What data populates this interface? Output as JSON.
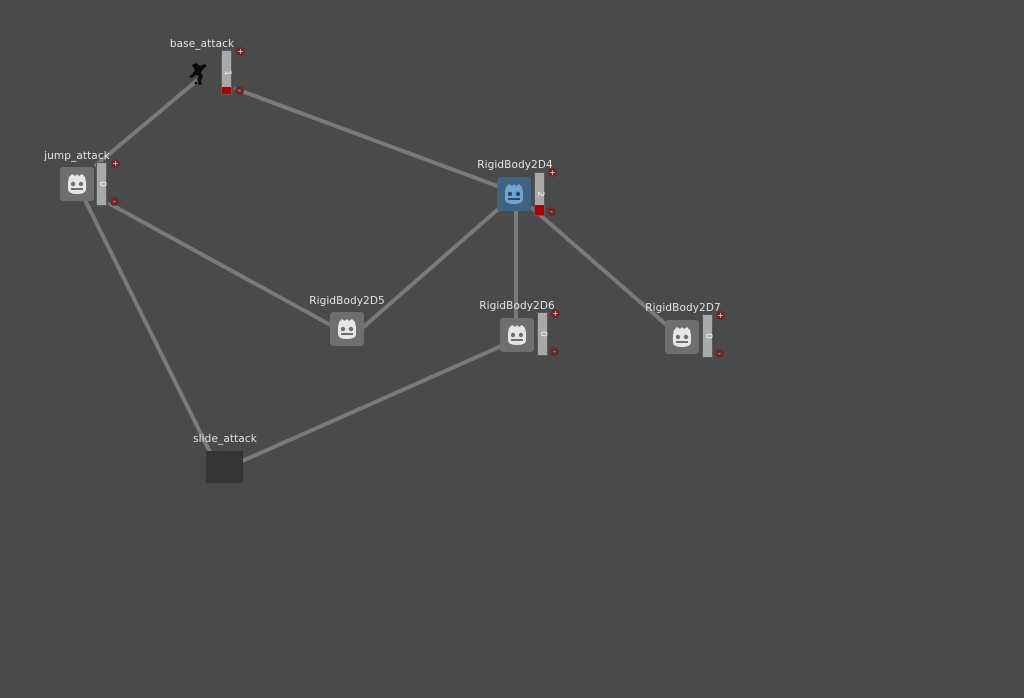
{
  "graph": {
    "background_color": "#4a4a4a",
    "edge_color": "#7a7a7a",
    "selected_color": "#3e6383",
    "counter_fill_color": "#b00000",
    "nodes": [
      {
        "id": "base_attack",
        "label": "base_attack",
        "icon": "silhouette-sprite-icon",
        "counter": "1",
        "counter_fill": true
      },
      {
        "id": "jump_attack",
        "label": "jump_attack",
        "icon": "godot-icon",
        "counter": "0",
        "counter_fill": false
      },
      {
        "id": "RigidBody2D4",
        "label": "RigidBody2D4",
        "icon": "godot-icon",
        "counter": "2",
        "counter_fill": true,
        "selected": true
      },
      {
        "id": "RigidBody2D5",
        "label": "RigidBody2D5",
        "icon": "godot-icon"
      },
      {
        "id": "RigidBody2D6",
        "label": "RigidBody2D6",
        "icon": "godot-icon",
        "counter": "0",
        "counter_fill": false
      },
      {
        "id": "RigidBody2D7",
        "label": "RigidBody2D7",
        "icon": "godot-icon",
        "counter": "0",
        "counter_fill": false
      },
      {
        "id": "slide_attack",
        "label": "slide_attack",
        "icon": "dark-texture-icon"
      }
    ],
    "edges": [
      [
        "base_attack",
        "jump_attack"
      ],
      [
        "base_attack",
        "RigidBody2D4"
      ],
      [
        "jump_attack",
        "RigidBody2D5"
      ],
      [
        "jump_attack",
        "slide_attack"
      ],
      [
        "RigidBody2D4",
        "RigidBody2D5"
      ],
      [
        "RigidBody2D4",
        "RigidBody2D6"
      ],
      [
        "RigidBody2D4",
        "RigidBody2D7"
      ],
      [
        "RigidBody2D6",
        "slide_attack"
      ]
    ],
    "buttons": {
      "plus": "+",
      "minus": "-"
    }
  }
}
